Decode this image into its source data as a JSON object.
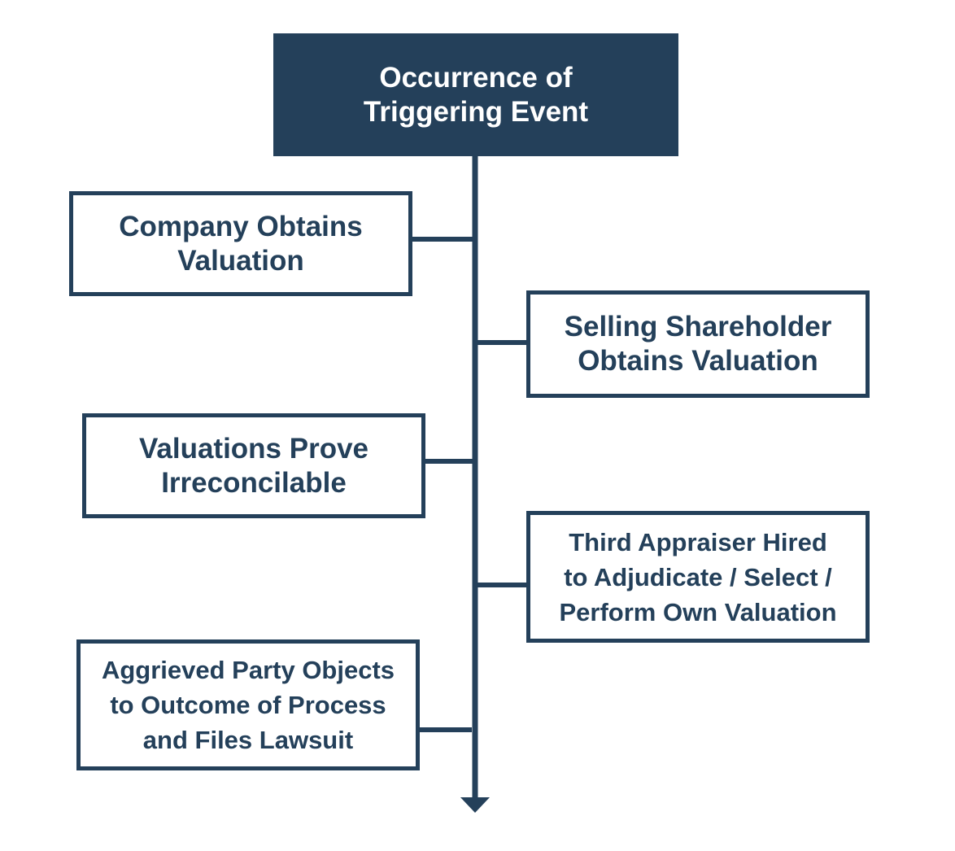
{
  "colors": {
    "navy": "#24405a",
    "background": "#ffffff",
    "top_text": "#ffffff"
  },
  "top_event": {
    "label": "Occurrence of\nTriggering Event"
  },
  "steps": [
    {
      "label": "Company Obtains\nValuation",
      "side": "left"
    },
    {
      "label": "Selling Shareholder\nObtains Valuation",
      "side": "right"
    },
    {
      "label": "Valuations Prove\nIrreconcilable",
      "side": "left"
    },
    {
      "label": "Third Appraiser Hired\nto Adjudicate / Select /\nPerform Own Valuation",
      "side": "right"
    },
    {
      "label": "Aggrieved Party Objects\nto Outcome of Process\nand Files Lawsuit",
      "side": "left"
    }
  ]
}
